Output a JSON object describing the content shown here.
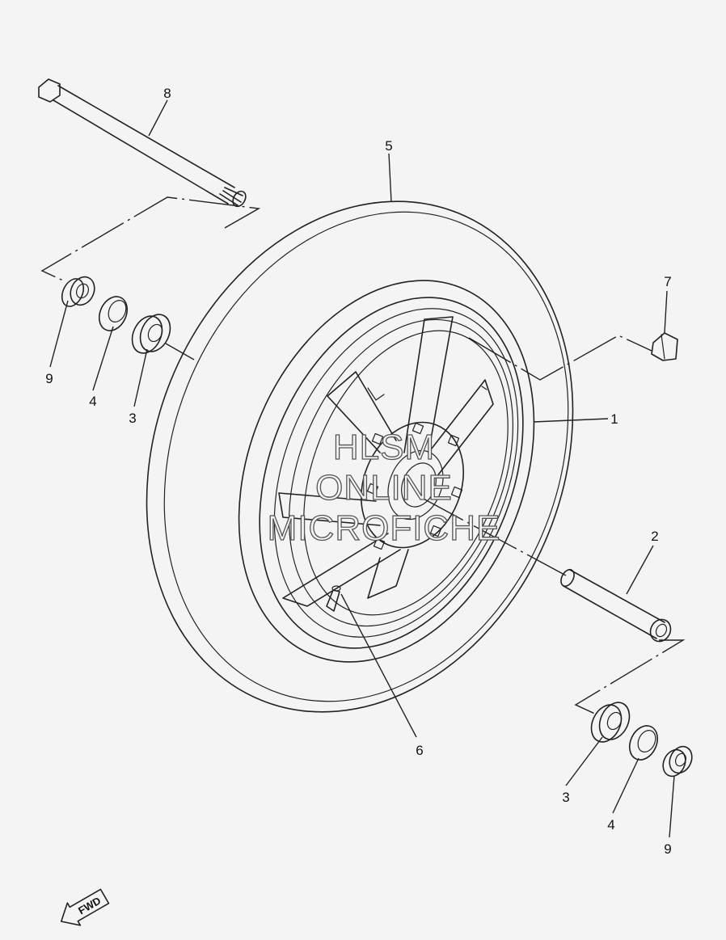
{
  "callouts": {
    "c1": "1",
    "c2": "2",
    "c3a": "3",
    "c3b": "3",
    "c4a": "4",
    "c4b": "4",
    "c5": "5",
    "c6": "6",
    "c7": "7",
    "c8": "8",
    "c9a": "9",
    "c9b": "9"
  },
  "watermark": {
    "line1": "HLSM",
    "line2": "ONLINE",
    "line3": "MICROFICHE"
  },
  "direction_label": "FWD",
  "colors": {
    "background": "#f4f4f4",
    "line": "#222222"
  }
}
